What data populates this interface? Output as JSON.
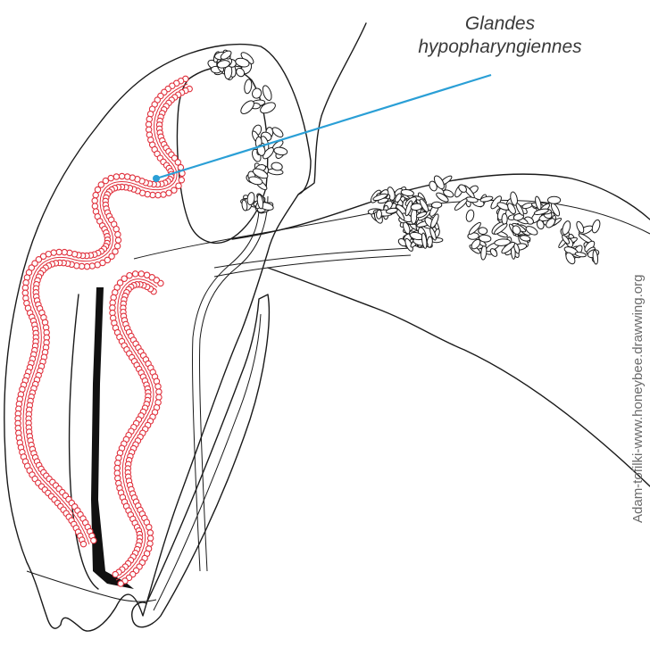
{
  "label": {
    "line1": "Glandes",
    "line2": "hypopharyngiennes",
    "pointer_color": "#2a9fd6"
  },
  "credit": "Adam-tofilki-www.honeybee.drawwing.org",
  "colors": {
    "gland": "#e0303c",
    "outline": "#1a1a1a",
    "background": "#ffffff"
  }
}
